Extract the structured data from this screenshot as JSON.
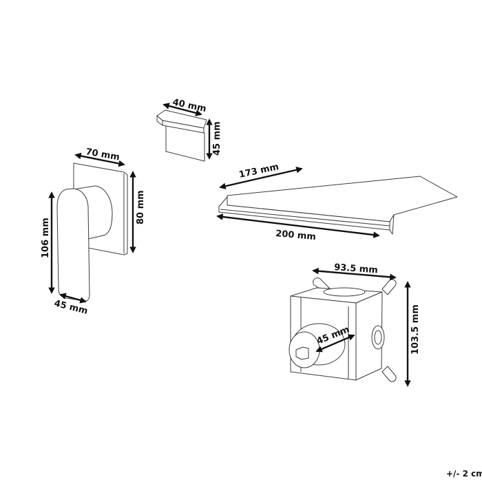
{
  "dimensions": {
    "cap_width": "40 mm",
    "cap_height": "45 mm",
    "plate_width": "70 mm",
    "plate_height": "80 mm",
    "handle_length": "106 mm",
    "handle_depth": "45 mm",
    "spout_inner_width": "173 mm",
    "spout_width": "200 mm",
    "box_width": "93.5 mm",
    "box_height": "103.5 mm",
    "valve_diameter": "45 mm"
  },
  "tolerance": "+/- 2 cm",
  "colors": {
    "line": "#3a3a3a",
    "dimension": "#111111",
    "background": "#ffffff"
  }
}
